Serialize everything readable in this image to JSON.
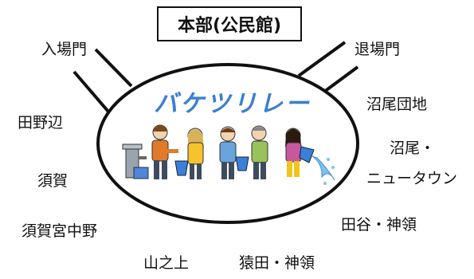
{
  "headquarters": "本部(公民館)",
  "center_title": "バケツリレー",
  "entrance": "入場門",
  "exit": "退場門",
  "groups": {
    "tanobe": "田野辺",
    "suga": "須賀",
    "suga_miyanakano": "須賀宮中野",
    "yamanoue": "山之上",
    "saruta_kanryo": "猿田・神領",
    "tanoya_kanryo": "田谷・神領",
    "numao": "沼尾・",
    "newtown": "ニュータウン",
    "numao_danchi": "沼尾団地"
  },
  "colors": {
    "title": "#3a7fd0",
    "line": "#111111",
    "water": "#7ec3ee"
  }
}
